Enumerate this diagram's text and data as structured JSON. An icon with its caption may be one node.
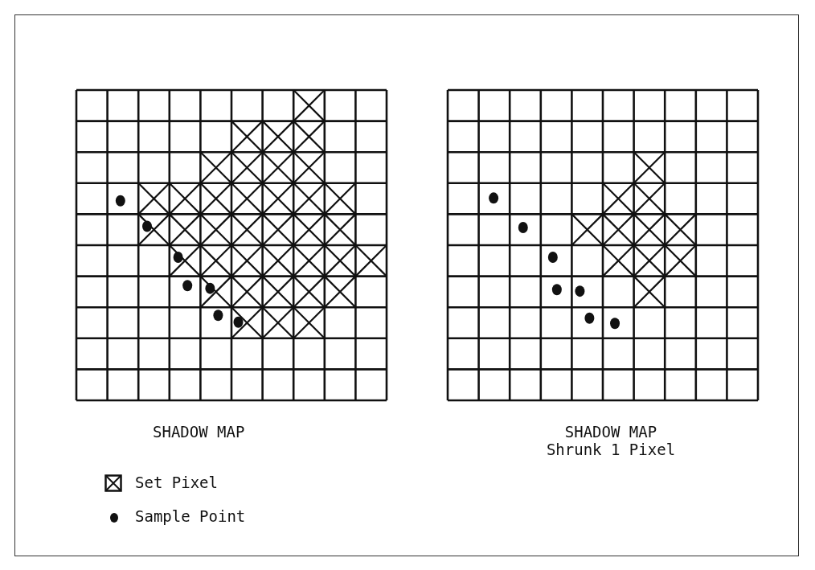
{
  "diagram": {
    "labels": [
      "SHADOW MAP",
      "SHADOW MAP Shrunk 1 Pixel"
    ],
    "legend": [
      {
        "text": "Set Pixel"
      },
      {
        "text": "Sample Point"
      }
    ]
  }
}
